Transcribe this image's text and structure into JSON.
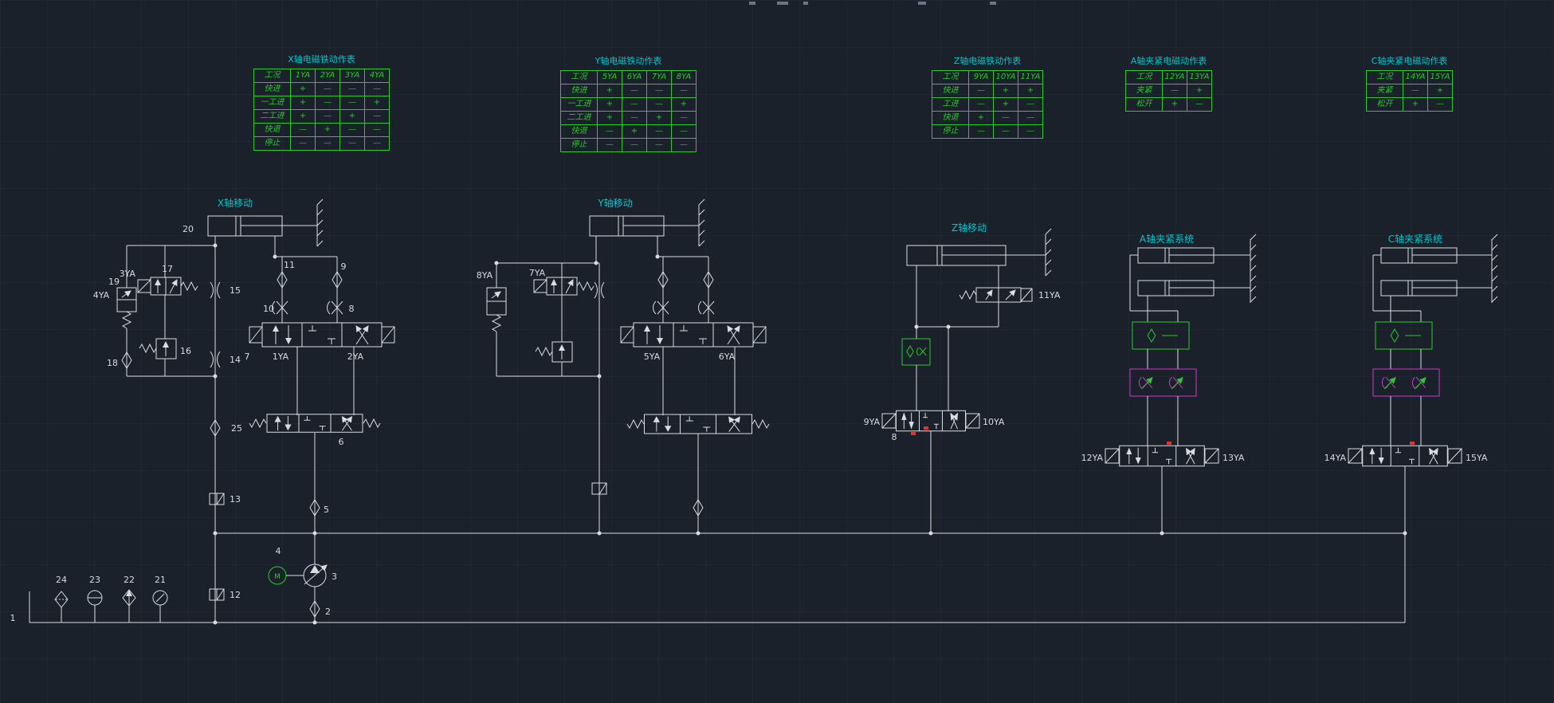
{
  "colors": {
    "bg": "#1b212b",
    "line": "#d9dde2",
    "green": "#2bc92b",
    "cyan": "#00c6cc",
    "magenta": "#c93ac9",
    "red": "#e8312a"
  },
  "tables": [
    {
      "title": "X轴电磁铁动作表",
      "header": [
        "工况",
        "1YA",
        "2YA",
        "3YA",
        "4YA"
      ],
      "rows": [
        {
          "label": "快进",
          "cells": [
            "+",
            "—",
            "—",
            "—"
          ]
        },
        {
          "label": "一工进",
          "cells": [
            "+",
            "—",
            "—",
            "+"
          ]
        },
        {
          "label": "二工进",
          "cells": [
            "+",
            "—",
            "+",
            "—"
          ]
        },
        {
          "label": "快退",
          "cells": [
            "—",
            "+",
            "—",
            "—"
          ]
        },
        {
          "label": "停止",
          "cells": [
            "—",
            "—",
            "—",
            "—"
          ]
        }
      ]
    },
    {
      "title": "Y轴电磁铁动作表",
      "header": [
        "工况",
        "5YA",
        "6YA",
        "7YA",
        "8YA"
      ],
      "rows": [
        {
          "label": "快进",
          "cells": [
            "+",
            "—",
            "—",
            "—"
          ]
        },
        {
          "label": "一工进",
          "cells": [
            "+",
            "—",
            "—",
            "+"
          ]
        },
        {
          "label": "二工进",
          "cells": [
            "+",
            "—",
            "+",
            "—"
          ]
        },
        {
          "label": "快退",
          "cells": [
            "—",
            "+",
            "—",
            "—"
          ]
        },
        {
          "label": "停止",
          "cells": [
            "—",
            "—",
            "—",
            "—"
          ]
        }
      ]
    },
    {
      "title": "Z轴电磁铁动作表",
      "header": [
        "工况",
        "9YA",
        "10YA",
        "11YA"
      ],
      "rows": [
        {
          "label": "快进",
          "cells": [
            "—",
            "+",
            "+"
          ]
        },
        {
          "label": "工进",
          "cells": [
            "—",
            "+",
            "—"
          ]
        },
        {
          "label": "快退",
          "cells": [
            "+",
            "—",
            "—"
          ]
        },
        {
          "label": "停止",
          "cells": [
            "—",
            "—",
            "—"
          ]
        }
      ]
    },
    {
      "title": "A轴夹紧电磁动作表",
      "header": [
        "工况",
        "12YA",
        "13YA"
      ],
      "rows": [
        {
          "label": "夹紧",
          "cells": [
            "—",
            "+"
          ]
        },
        {
          "label": "松开",
          "cells": [
            "+",
            "—"
          ]
        }
      ]
    },
    {
      "title": "C轴夹紧电磁动作表",
      "header": [
        "工况",
        "14YA",
        "15YA"
      ],
      "rows": [
        {
          "label": "夹紧",
          "cells": [
            "—",
            "+"
          ]
        },
        {
          "label": "松开",
          "cells": [
            "+",
            "—"
          ]
        }
      ]
    }
  ],
  "sections": {
    "x": "X轴移动",
    "y": "Y轴移动",
    "z": "Z轴移动",
    "a": "A轴夹紧系统",
    "c": "C轴夹紧系统"
  },
  "callouts": {
    "n1": "1",
    "n2": "2",
    "n3": "3",
    "n4": "4",
    "n5": "5",
    "n6": "6",
    "n7": "7",
    "n8": "8",
    "n9": "9",
    "n10": "10",
    "n11": "11",
    "n12": "12",
    "n13": "13",
    "n14": "14",
    "n15": "15",
    "n16": "16",
    "n17": "17",
    "n18": "18",
    "n19": "19",
    "n20": "20",
    "n21": "21",
    "n22": "22",
    "n23": "23",
    "n24": "24",
    "n25": "25",
    "ya1": "1YA",
    "ya2": "2YA",
    "ya3": "3YA",
    "ya4": "4YA",
    "ya5": "5YA",
    "ya6": "6YA",
    "ya7": "7YA",
    "ya8": "8YA",
    "ya9": "9YA",
    "ya10": "10YA",
    "ya11": "11YA",
    "ya12": "12YA",
    "ya13": "13YA",
    "ya14": "14YA",
    "ya15": "15YA",
    "motor": "M"
  }
}
